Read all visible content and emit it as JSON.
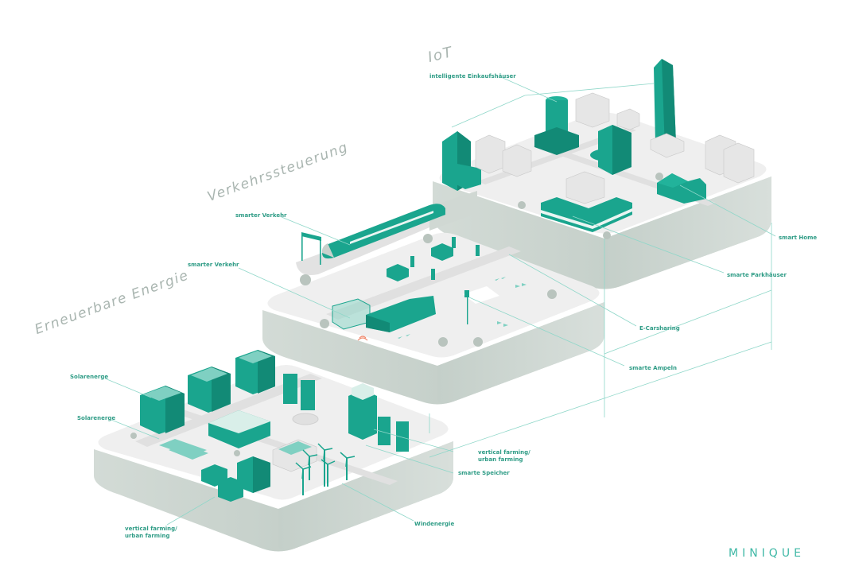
{
  "sections": {
    "iot": "IoT",
    "traffic": "Verkehrssteuerung",
    "energy": "Erneuerbare Energie"
  },
  "labels": {
    "shopping": "intelligente Einkaufshäuser",
    "smart_traffic_1": "smarter Verkehr",
    "smart_traffic_2": "smarter Verkehr",
    "smart_home": "smart Home",
    "smart_parking": "smarte Parkhäuser",
    "ecarsharing": "E-Carsharing",
    "smart_lights": "smarte Ampeln",
    "solar_1": "Solarenerge",
    "solar_2": "Solarenerge",
    "vfarm_right_1": "vertical farming/",
    "vfarm_right_2": "urban farming",
    "storage": "smarte Speicher",
    "vfarm_left_1": "vertical farming/",
    "vfarm_left_2": "urban farming",
    "wind": "Windenergie"
  },
  "brand": {
    "logo": "MINIQUE"
  },
  "colors": {
    "accent": "#1aa58e",
    "accent_dark": "#128a76",
    "accent_light": "#7fd0c2",
    "platform_top": "#ececec",
    "platform_side": "#c9d3cd",
    "platform_side_dark": "#b2bfb8",
    "section_text": "#a9b5b0",
    "label_text": "#2f9c86",
    "logo": "#3fb8a6"
  }
}
